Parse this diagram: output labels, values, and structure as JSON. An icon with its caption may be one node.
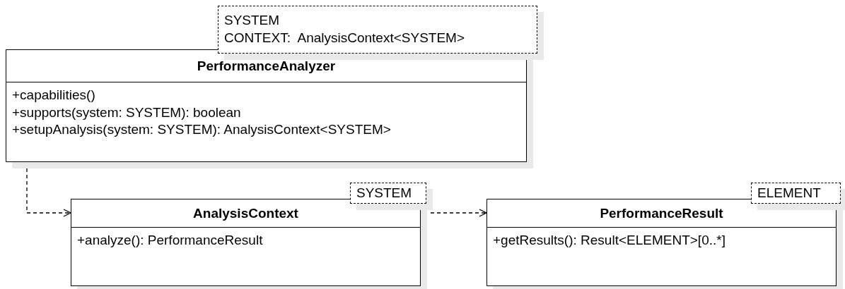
{
  "diagram": {
    "nodes": [
      {
        "text": [
          "SYSTEM",
          "CONTEXT:  AnalysisContext<SYSTEM>"
        ]
      },
      {
        "text": [
          "PerformanceAnalyzer",
          "+capabilities()",
          "+supports(system: SYSTEM): boolean",
          "+setupAnalysis(system: SYSTEM): AnalysisContext<SYSTEM>"
        ]
      },
      {
        "text": [
          "SYSTEM"
        ]
      },
      {
        "text": [
          "AnalysisContext",
          "+analyze(): PerformanceResult"
        ]
      },
      {
        "text": [
          "ELEMENT"
        ]
      },
      {
        "text": [
          "PerformanceResult",
          "+getResults(): Result<ELEMENT>[0..*]"
        ]
      }
    ],
    "edges": [
      {
        "from": 1,
        "to": 3,
        "arrow": "to",
        "style": "dashed"
      },
      {
        "from": 3,
        "to": 5,
        "arrow": "to",
        "style": "dashed"
      }
    ]
  }
}
